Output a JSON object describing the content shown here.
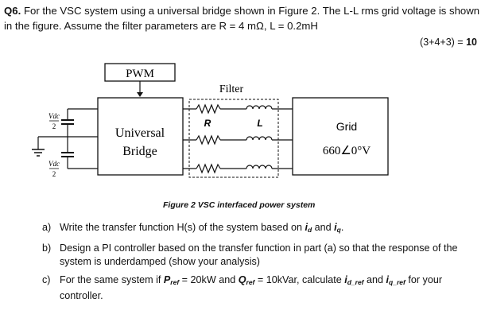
{
  "question": {
    "number": "Q6.",
    "text": "For the VSC system using a universal bridge shown in Figure 2. The L-L rms grid voltage is shown in the figure. Assume the filter parameters are R = 4 mΩ, L = 0.2mH",
    "marks_breakdown": "(3+4+3) =",
    "marks_total": "10"
  },
  "figure": {
    "pwm_label": "PWM",
    "filter_label": "Filter",
    "r_label": "R",
    "l_label": "L",
    "bridge_line1": "Universal",
    "bridge_line2": "Bridge",
    "grid_label": "Grid",
    "grid_voltage": "660∠0°V",
    "vdc_label": "Vdc",
    "vdc_den": "2",
    "caption": "Figure 2 VSC interfaced power system"
  },
  "parts": [
    {
      "label": "a)",
      "t1": "Write the transfer function H(s) of the system based on ",
      "v1": "i",
      "s1": "d",
      "t2": " and ",
      "v2": "i",
      "s2": "q",
      "t3": "."
    },
    {
      "label": "b)",
      "text": "Design a PI controller based on the transfer function in part (a) so that the response of the system is underdamped (show your analysis)"
    },
    {
      "label": "c)",
      "t1": "For the same system if ",
      "p": "P",
      "ps": "ref",
      "t2": " = 20kW and ",
      "q": "Q",
      "qs": "ref",
      "t3": " = 10kVar, calculate ",
      "i1": "i",
      "i1s": "d_ref",
      "t4": " and ",
      "i2": "i",
      "i2s": "q_ref",
      "t5": " for your controller."
    }
  ]
}
